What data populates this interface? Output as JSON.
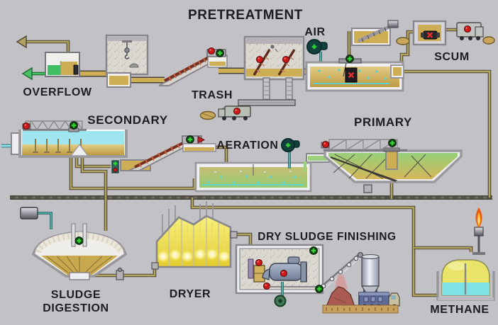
{
  "diagram_title": "PRETREATMENT",
  "labels": {
    "pretreatment": "PRETREATMENT",
    "overflow": "OVERFLOW",
    "trash": "TRASH",
    "air": "AIR",
    "scum": "SCUM",
    "secondary": "SECONDARY",
    "aeration": "AERATION",
    "primary": "PRIMARY",
    "sludge_digestion_line1": "SLUDGE",
    "sludge_digestion_line2": "DIGESTION",
    "dryer": "DRYER",
    "dry_sludge_finishing": "DRY SLUDGE FINISHING",
    "methane": "METHANE"
  },
  "colors": {
    "background": "#c2c1c6",
    "pipe_tan": "#b2a45c",
    "pipe_dark_trunk": "#45433c",
    "pipe_teal": "#5fc0ba",
    "pipe_effluent_cyan": "#9fe8f2",
    "water_tan": "#cdae55",
    "water_cyan": "#9fe5ef",
    "water_green": "#98cf75",
    "dryer_yellow": "#f2e550",
    "digested_sludge": "#c9a94e",
    "dry_sludge_pile": "#aa5a50",
    "methane_dome_yellow": "#e9e468",
    "methane_seal_cyan": "#7ee2e4",
    "flame_orange": "#f08018",
    "status_running_green": "#2fd32f",
    "status_stopped_red": "#cf1a1a"
  },
  "equipment_status": {
    "influent_screw_conveyor": "running",
    "bar_screens": "stopped",
    "air_blower": "running",
    "grit_chamber_pump": "fault",
    "scum_pump": "fault",
    "scum_truck": "stopped",
    "trash_truck": "stopped",
    "secondary_bridge_drive": "stopped",
    "secondary_skimmer_drive": "running",
    "ras_pump": "running",
    "ras_screw_conveyor": "running",
    "aeration_blower": "running",
    "primary_bridge_drive": "stopped",
    "digester_mixer": "running",
    "centrifuge": "stopped",
    "centrifuge_feed_cabinet": "stopped",
    "dsf_room_vent": "running",
    "discharge_conveyor_drive": "running",
    "centrate_pump": "running"
  }
}
